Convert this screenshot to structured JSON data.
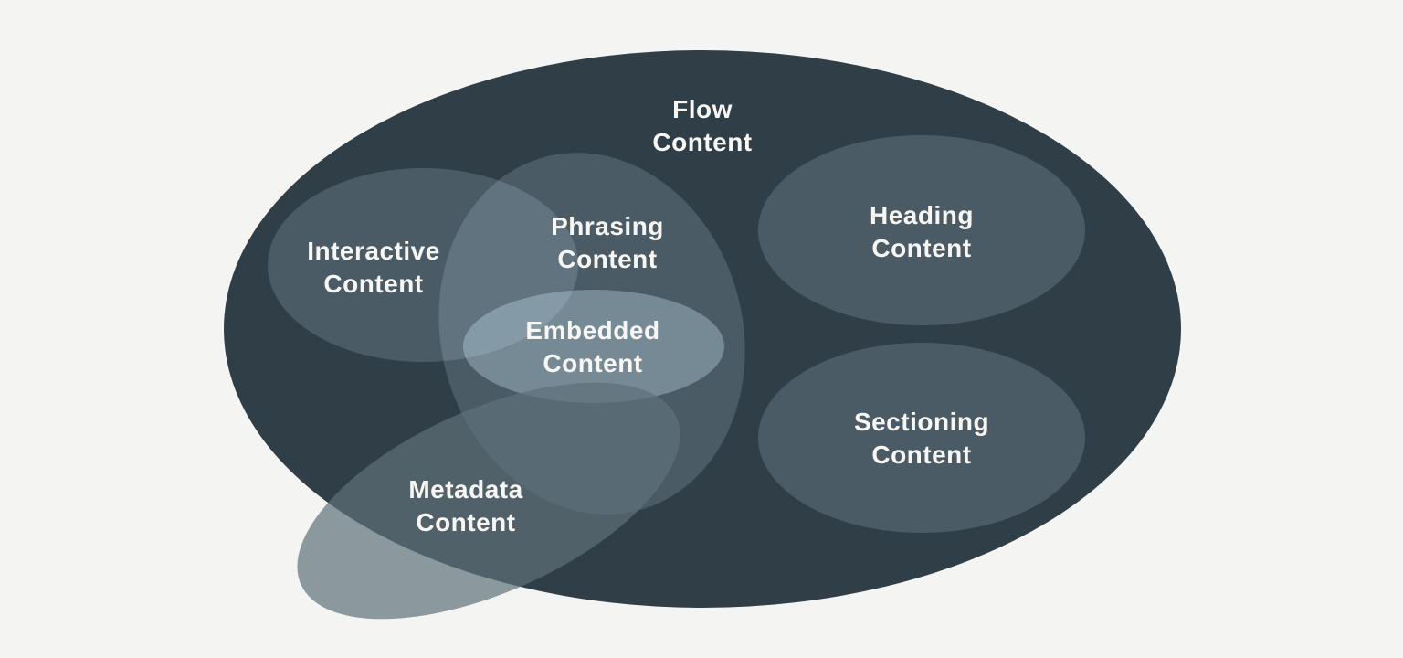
{
  "page": {
    "background_color": "#f4f4f3"
  },
  "colors": {
    "flow_ellipse": "#303e48",
    "subset_ellipse": "rgba(205,235,250,0.17)",
    "embedded_ellipse": "rgba(205,235,250,0.33)",
    "metadata_ellipse": "rgba(94,113,121,0.7)",
    "label_text": "#f8f6f2"
  },
  "diagram": {
    "type": "euler-diagram",
    "description": "HTML content categories",
    "labels": {
      "flow": {
        "line1": "Flow",
        "line2": "Content"
      },
      "interactive": {
        "line1": "Interactive",
        "line2": "Content"
      },
      "phrasing": {
        "line1": "Phrasing",
        "line2": "Content"
      },
      "embedded": {
        "line1": "Embedded",
        "line2": "Content"
      },
      "heading": {
        "line1": "Heading",
        "line2": "Content"
      },
      "sectioning": {
        "line1": "Sectioning",
        "line2": "Content"
      },
      "metadata": {
        "line1": "Metadata",
        "line2": "Content"
      }
    }
  }
}
